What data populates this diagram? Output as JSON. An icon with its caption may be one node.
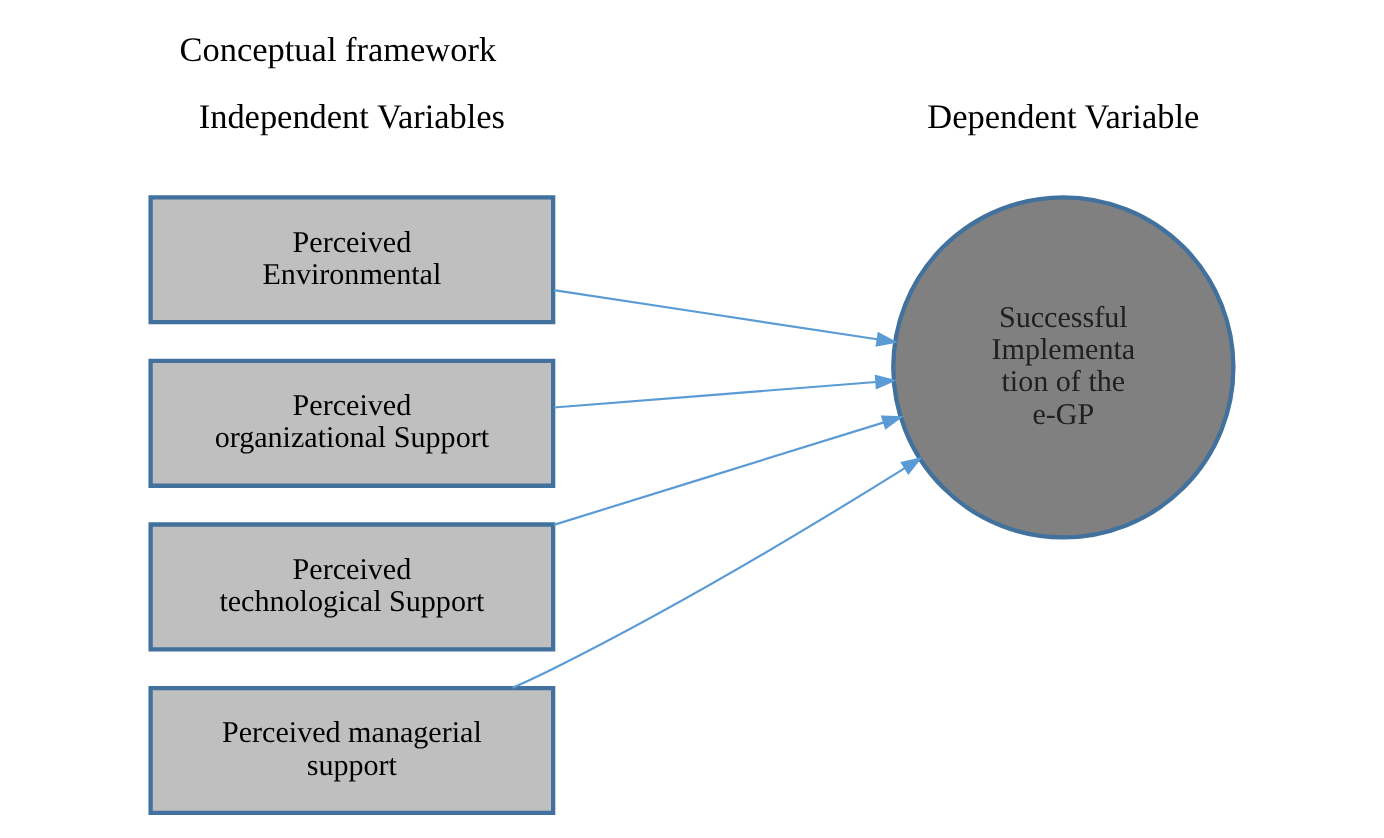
{
  "diagram": {
    "title": "Conceptual framework",
    "nodes": [
      {
        "text": [
          "Perceived Environmental"
        ]
      },
      {
        "text": [
          "Perceived organizational Support"
        ]
      },
      {
        "text": [
          "Perceived technological Support"
        ]
      },
      {
        "text": [
          "Perceived managerial support"
        ]
      },
      {
        "text": [
          "Successful Implementa tion of the e-GP"
        ]
      }
    ],
    "edges": [
      {
        "from": 0,
        "to": 4,
        "arrow": "to"
      },
      {
        "from": 1,
        "to": 4,
        "arrow": "to"
      },
      {
        "from": 2,
        "to": 4,
        "arrow": "to"
      },
      {
        "from": 3,
        "to": 4,
        "arrow": "to"
      }
    ],
    "labels": [
      "Independent Variables",
      "Dependent Variable"
    ]
  }
}
